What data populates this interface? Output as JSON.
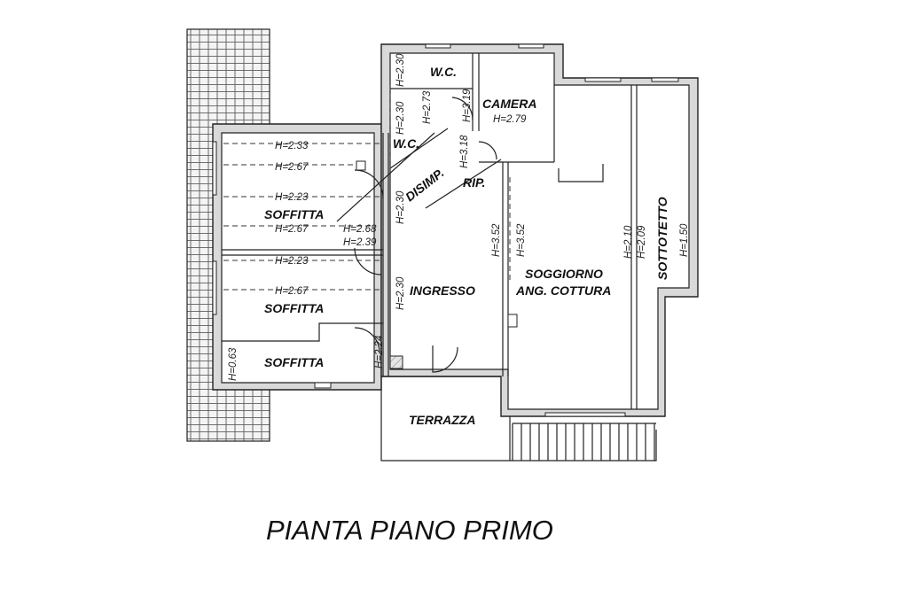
{
  "title": "PIANTA PIANO PRIMO",
  "rooms": {
    "wc_top": "W.C.",
    "camera": "CAMERA",
    "wc_small": "W.C.",
    "disimp": "DISIMP.",
    "rip": "RIP.",
    "soffitta_1": "SOFFITTA",
    "soffitta_2": "SOFFITTA",
    "soffitta_3": "SOFFITTA",
    "ingresso": "INGRESSO",
    "soggiorno_1": "SOGGIORNO",
    "soggiorno_2": "ANG. COTTURA",
    "sottotetto": "SOTTOTETTO",
    "terrazza": "TERRAZZA"
  },
  "heights": {
    "camera": "H=2.79",
    "wc_v1": "H=2.30",
    "wc_v2": "H=2.30",
    "wc_v3": "H=2.73",
    "wc_v4": "H=3.19",
    "disimp_v": "H=3.18",
    "dis_v": "H=2.30",
    "s1_a": "H=2.33",
    "s1_b": "H=2.67",
    "s1_c": "H=2.23",
    "s1_d": "H=2.67",
    "s_mid1": "H=2.68",
    "s_mid2": "H=2.39",
    "s2_a": "H=2.23",
    "s2_b": "H=2.67",
    "ingresso_v": "H=2.30",
    "s3_v": "H=2.24",
    "s3_left": "H=0.63",
    "sog_v1": "H=3.52",
    "sog_v2": "H=3.52",
    "sog_v3": "H=2.10",
    "sog_v4": "H=2.09",
    "sotto_v": "H=1.50"
  }
}
